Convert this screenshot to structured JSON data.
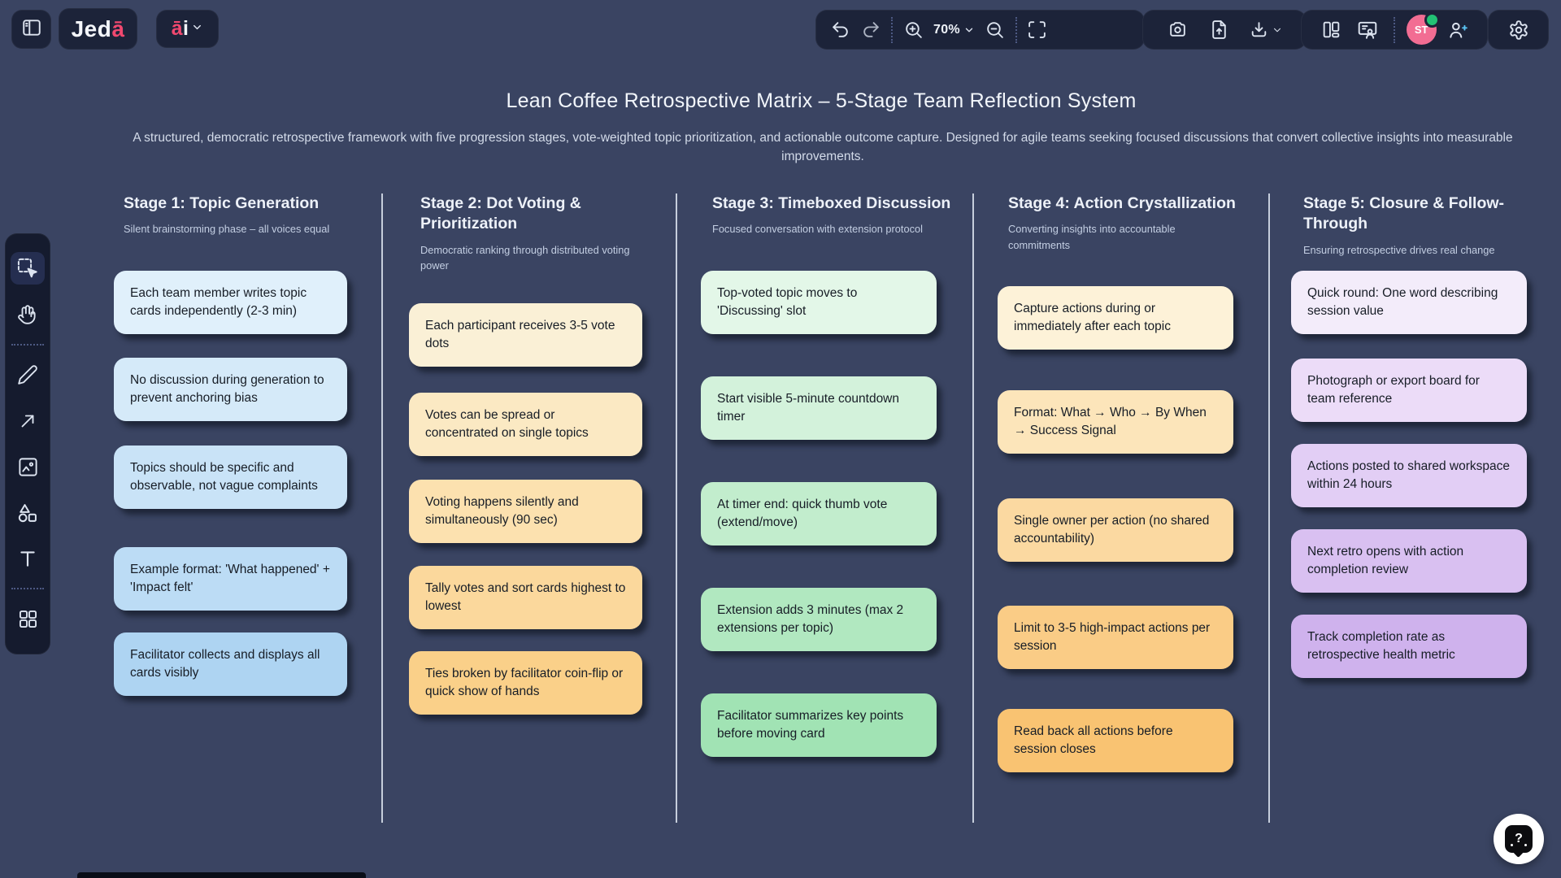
{
  "app": {
    "logo": {
      "prefix": "Jed",
      "accent_letter": "ā"
    },
    "ai_menu": {
      "accent_letter": "ā",
      "suffix": "i"
    }
  },
  "toolbar": {
    "zoom_level": "70%"
  },
  "collab": {
    "avatar_initials": "ST"
  },
  "board": {
    "title": "Lean Coffee Retrospective Matrix – 5-Stage Team Reflection System",
    "subtitle": "A structured, democratic retrospective framework with five progression stages, vote-weighted topic prioritization, and actionable outcome capture. Designed for agile teams seeking focused discussions that convert collective insights into measurable improvements."
  },
  "columns": [
    {
      "header": "Stage 1: Topic Generation",
      "subtitle": "Silent brainstorming phase – all voices equal",
      "notes": [
        {
          "text": "Each team member writes topic cards independently (2-3 min)",
          "color": "#e0f0fb"
        },
        {
          "text": "No discussion during generation to prevent anchoring bias",
          "color": "#d5eaf9"
        },
        {
          "text": "Topics should be specific and observable, not vague complaints",
          "color": "#c9e3f7"
        },
        {
          "text": "Example format: 'What happened' + 'Impact felt'",
          "color": "#bcdcf5"
        },
        {
          "text": "Facilitator collects and displays all cards visibly",
          "color": "#aed4f2"
        }
      ]
    },
    {
      "header": "Stage 2: Dot Voting & Prioritization",
      "subtitle": "Democratic ranking through distributed voting power",
      "notes": [
        {
          "text": "Each participant receives 3-5 vote dots",
          "color": "#faf0d6"
        },
        {
          "text": "Votes can be spread or concentrated on single topics",
          "color": "#fbe9c3"
        },
        {
          "text": "Voting happens silently and simultaneously (90 sec)",
          "color": "#fce1af"
        },
        {
          "text": "Tally votes and sort cards highest to lowest",
          "color": "#fbd89c"
        },
        {
          "text": "Ties broken by facilitator coin-flip or quick show of hands",
          "color": "#fad089"
        }
      ]
    },
    {
      "header": "Stage 3: Timeboxed Discussion",
      "subtitle": "Focused conversation with extension protocol",
      "notes": [
        {
          "text": "Top-voted topic moves to 'Discussing' slot",
          "color": "#e3f7e8"
        },
        {
          "text": "Start visible 5-minute countdown timer",
          "color": "#d3f2db"
        },
        {
          "text": "At timer end: quick thumb vote (extend/move)",
          "color": "#c2edcd"
        },
        {
          "text": "Extension adds 3 minutes (max 2 extensions per topic)",
          "color": "#b1e8c0"
        },
        {
          "text": "Facilitator summarizes key points before moving card",
          "color": "#a1e3b4"
        }
      ]
    },
    {
      "header": "Stage 4: Action Crystallization",
      "subtitle": "Converting insights into accountable commitments",
      "notes": [
        {
          "text": "Capture actions during or immediately after each topic",
          "color": "#fdf2d8"
        },
        {
          "text": "Format: What → Who → By When → Success Signal",
          "color": "#fce5ba"
        },
        {
          "text": "Single owner per action (no shared accountability)",
          "color": "#fbd9a1"
        },
        {
          "text": "Limit to 3-5 high-impact actions per session",
          "color": "#facc86"
        },
        {
          "text": "Read back all actions before session closes",
          "color": "#f9c372"
        }
      ]
    },
    {
      "header": "Stage 5: Closure & Follow-Through",
      "subtitle": "Ensuring retrospective drives real change",
      "notes": [
        {
          "text": "Quick round: One word describing session value",
          "color": "#f3ecfa"
        },
        {
          "text": "Photograph or export board for team reference",
          "color": "#ecdcf8"
        },
        {
          "text": "Actions posted to shared workspace within 24 hours",
          "color": "#e2cef5"
        },
        {
          "text": "Next retro opens with action completion review",
          "color": "#d9c0f1"
        },
        {
          "text": "Track completion rate as retrospective health metric",
          "color": "#cfb2ed"
        }
      ]
    }
  ],
  "help": {
    "label": "?"
  },
  "colors": {
    "canvas_bg": "#3a4462",
    "panel_bg": "#1c2339",
    "accent_pink": "#f0486f",
    "avatar_pink": "#f26d93",
    "online_green": "#22c274",
    "plus_cyan": "#59c2f2"
  },
  "icons": [
    "panel-left-icon",
    "undo-icon",
    "redo-icon",
    "zoom-in-icon",
    "chevron-down-icon",
    "zoom-out-icon",
    "fullscreen-icon",
    "camera-icon",
    "upload-file-icon",
    "download-icon",
    "layout-panels-icon",
    "present-icon",
    "user-add-icon",
    "gear-icon",
    "select-tool-icon",
    "hand-tool-icon",
    "pen-tool-icon",
    "arrow-tool-icon",
    "image-tool-icon",
    "shapes-tool-icon",
    "text-tool-icon",
    "grid-tool-icon",
    "help-icon"
  ]
}
